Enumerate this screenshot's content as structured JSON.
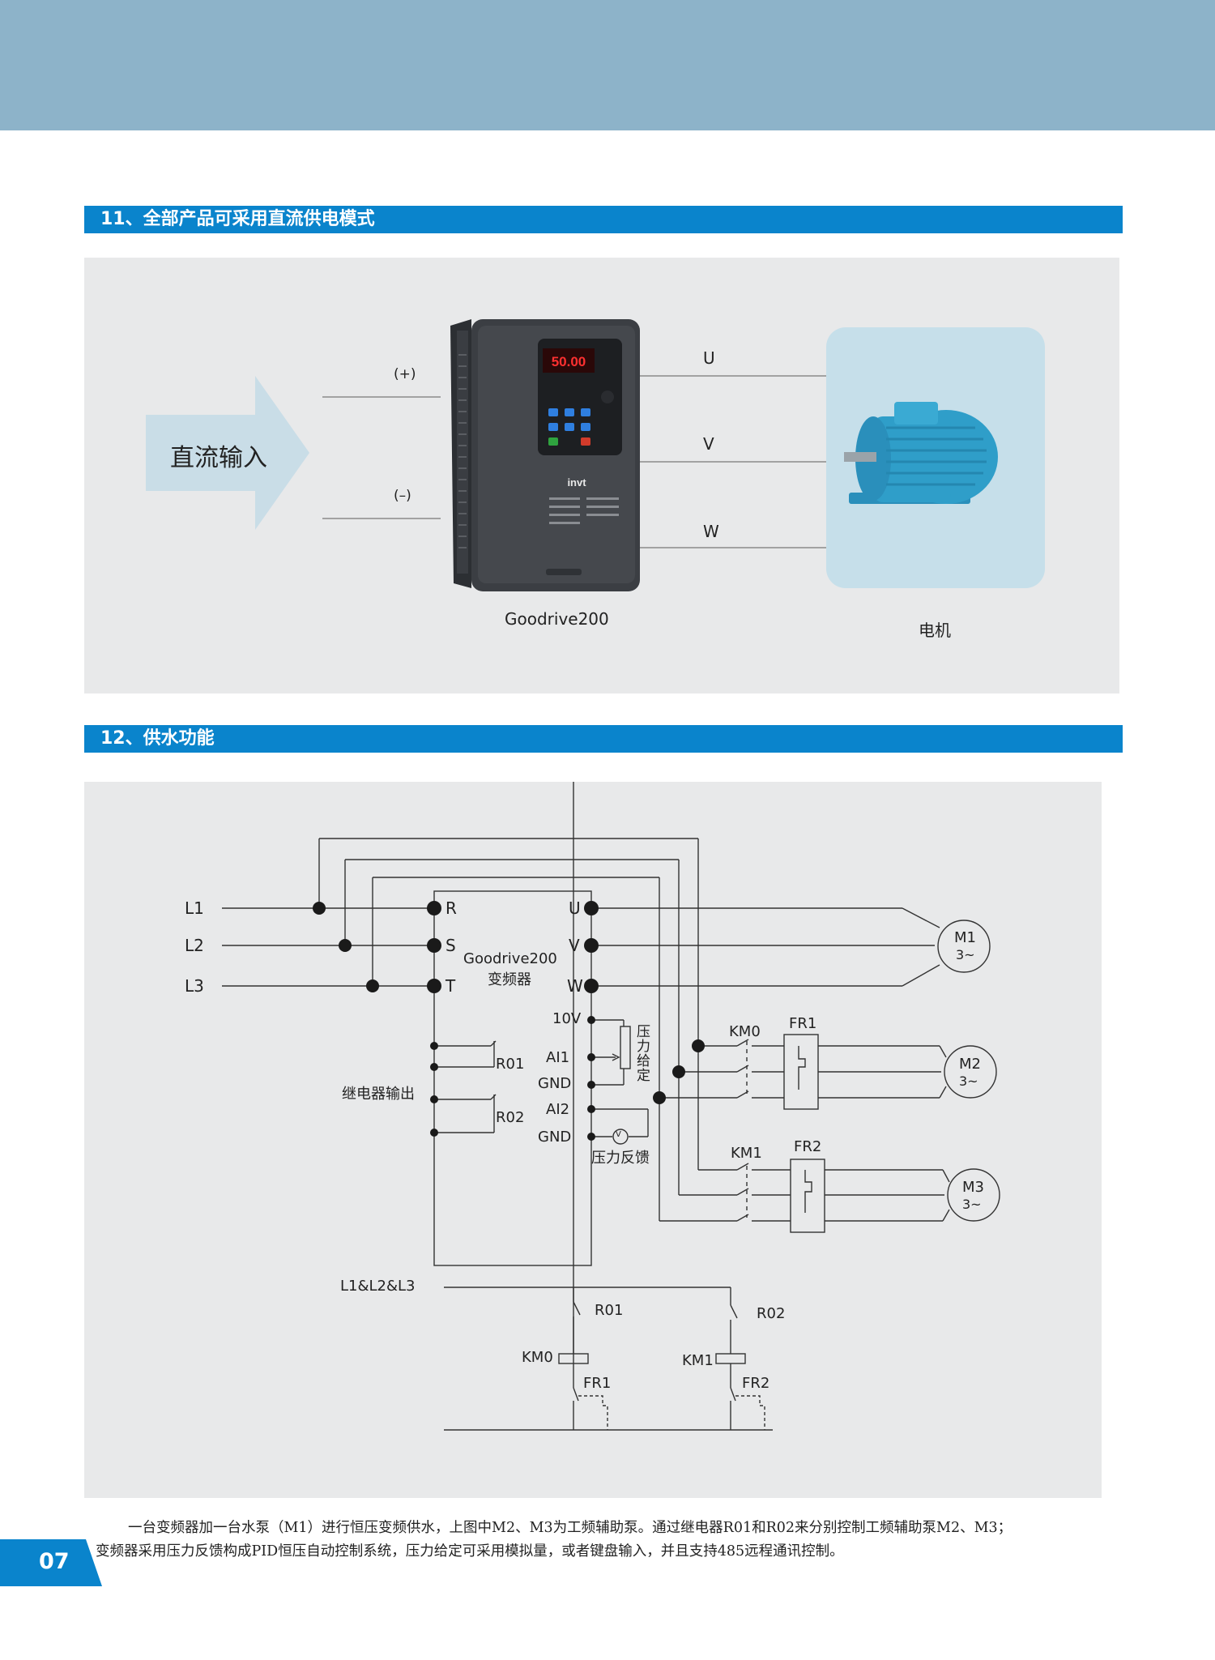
{
  "section11": {
    "title": "11、全部产品可采用直流供电模式",
    "dc_input": "直流输入",
    "plus": "(+)",
    "minus": "(–)",
    "u": "U",
    "v": "V",
    "w": "W",
    "drive_name": "Goodrive200",
    "drive_display": "50.00",
    "drive_brand": "invt",
    "motor_label": "电机"
  },
  "section12": {
    "title": "12、供水功能",
    "l1": "L1",
    "l2": "L2",
    "l3": "L3",
    "r": "R",
    "s": "S",
    "t": "T",
    "out_u": "U",
    "out_v": "V",
    "out_w": "W",
    "drive_name": "Goodrive200",
    "drive_cn": "变频器",
    "ten_v": "10V",
    "ai1": "AI1",
    "gnd1": "GND",
    "ai2": "AI2",
    "gnd2": "GND",
    "r01": "R01",
    "r02": "R02",
    "relay_output": "继电器输出",
    "pressure_set": [
      "压",
      "力",
      "给",
      "定"
    ],
    "pressure_feedback": "压力反馈",
    "v_symbol": "V",
    "km0": "KM0",
    "fr1": "FR1",
    "km1": "KM1",
    "fr2": "FR2",
    "m1": "M1",
    "m2": "M2",
    "m3": "M3",
    "phase": "3~",
    "ctrl_supply": "L1&L2&L3",
    "ctrl_r01": "R01",
    "ctrl_r02": "R02",
    "ctrl_km0": "KM0",
    "ctrl_km1": "KM1",
    "ctrl_fr1": "FR1",
    "ctrl_fr2": "FR2"
  },
  "description": {
    "line1": "一台变频器加一台水泵（M1）进行恒压变频供水，上图中M2、M3为工频辅助泵。通过继电器R01和R02来分别控制工频辅助泵M2、M3；",
    "line2": "变频器采用压力反馈构成PID恒压自动控制系统，压力给定可采用模拟量，或者键盘输入，并且支持485远程通讯控制。"
  },
  "page_number": "07",
  "colors": {
    "band": "#8db3c9",
    "accent": "#0a84cc",
    "panel": "#e8e9ea",
    "arrow": "#c9dde7",
    "motor_bg": "#c6dfea",
    "motor": "#2f9ec9"
  }
}
